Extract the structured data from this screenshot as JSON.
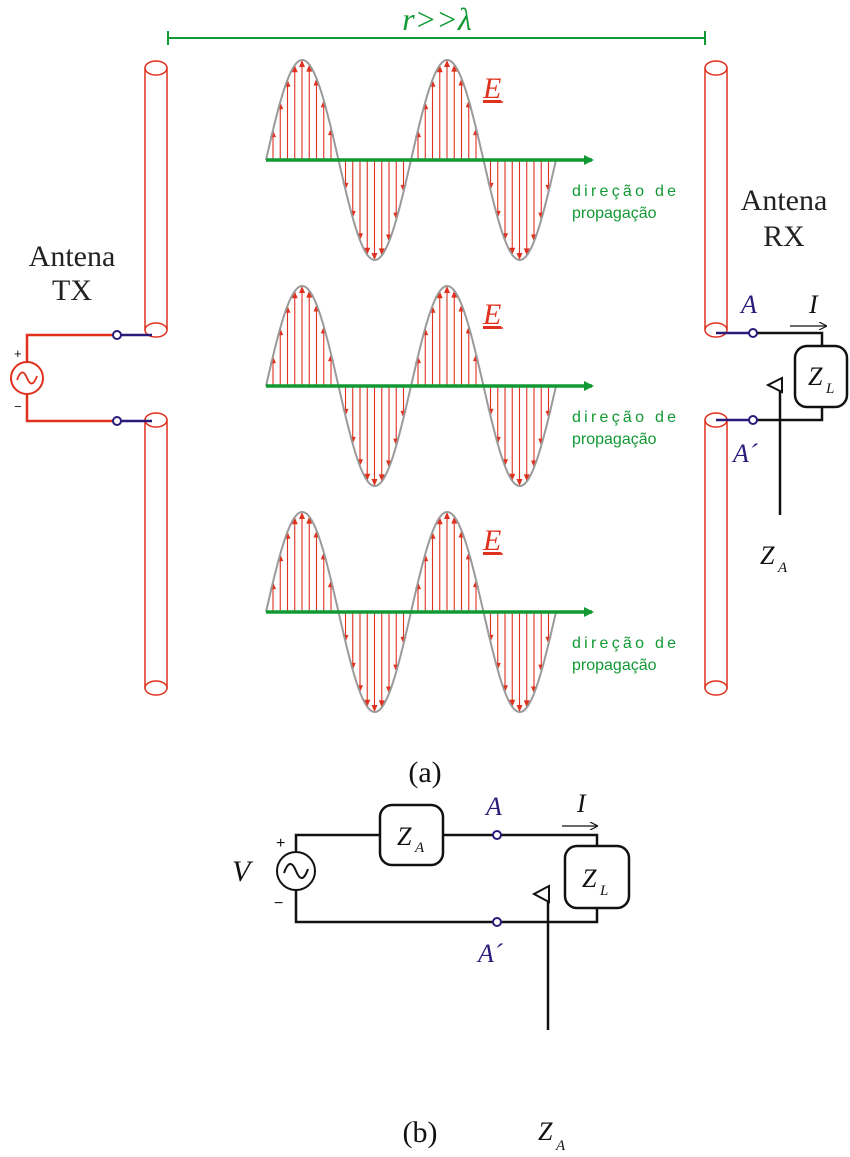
{
  "distance_label": "r>>λ",
  "tx_label_line1": "Antena",
  "tx_label_line2": "TX",
  "rx_label_line1": "Antena",
  "rx_label_line2": "RX",
  "field_label": "E",
  "propagation_line1": "direção de",
  "propagation_line2": "propagação",
  "plus_sign": "+",
  "minus_sign": "−",
  "terminal_a": "A",
  "terminal_a_prime": "A´",
  "current_label": "I",
  "impedance_main": "Z",
  "load_subscript": "L",
  "antenna_subscript": "A",
  "source_label": "V",
  "caption_a": "(a)",
  "caption_b": "(b)",
  "colors": {
    "antenna": "#e0301e",
    "wave": "#9a9a9a",
    "field_arrow": "#e0301e",
    "propagation": "#119933",
    "terminal": "#2a1a7a",
    "circuit": "#111111",
    "label_green": "#119933"
  }
}
